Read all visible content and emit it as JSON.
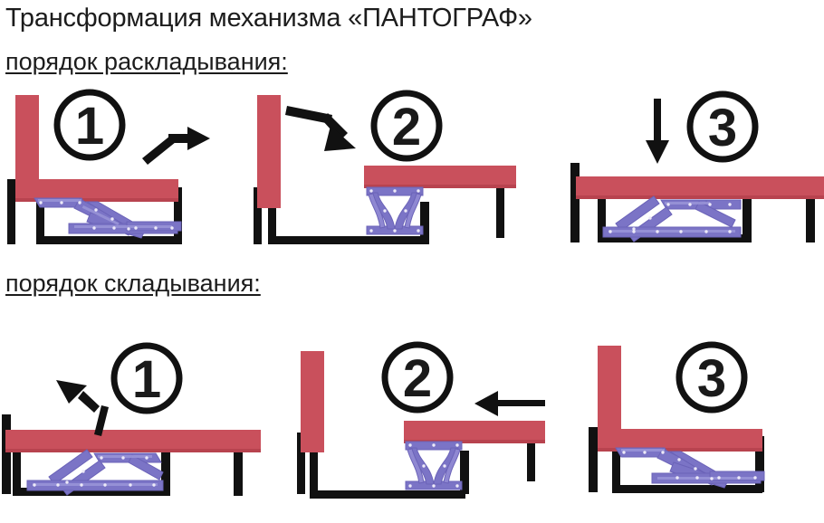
{
  "title": "Трансформация механизма «ПАНТОГРАФ»",
  "sections": [
    {
      "heading": "порядок раскладывания:",
      "steps": [
        {
          "number": "1",
          "state": "sofa-upright",
          "arrow": "bent-up-right"
        },
        {
          "number": "2",
          "state": "seat-lifted-scissor-extended",
          "arrow": "bent-down-right"
        },
        {
          "number": "3",
          "state": "bed-flat",
          "arrow": "straight-down"
        }
      ]
    },
    {
      "heading": "порядок складывания:",
      "steps": [
        {
          "number": "1",
          "state": "bed-flat",
          "arrow": "bent-up-left"
        },
        {
          "number": "2",
          "state": "seat-lifted-scissor-extended",
          "arrow": "straight-left"
        },
        {
          "number": "3",
          "state": "sofa-upright",
          "arrow": "none"
        }
      ]
    }
  ],
  "colors": {
    "cushion_red": "#C9505C",
    "cushion_red_dark": "#B8434F",
    "mechanism_blue": "#7B74C6",
    "mechanism_blue_dark": "#5F57A8",
    "mechanism_highlight": "#9A95D8",
    "frame_black": "#111111",
    "text_black": "#1c1c1c",
    "background": "#ffffff"
  },
  "icons": {
    "step_badge": "circled-number-icon",
    "arrow_bent_up_right": "arrow-bent-up-right-icon",
    "arrow_bent_down_right": "arrow-bent-down-right-icon",
    "arrow_down": "arrow-down-icon",
    "arrow_bent_up_left": "arrow-bent-up-left-icon",
    "arrow_left": "arrow-left-icon"
  }
}
